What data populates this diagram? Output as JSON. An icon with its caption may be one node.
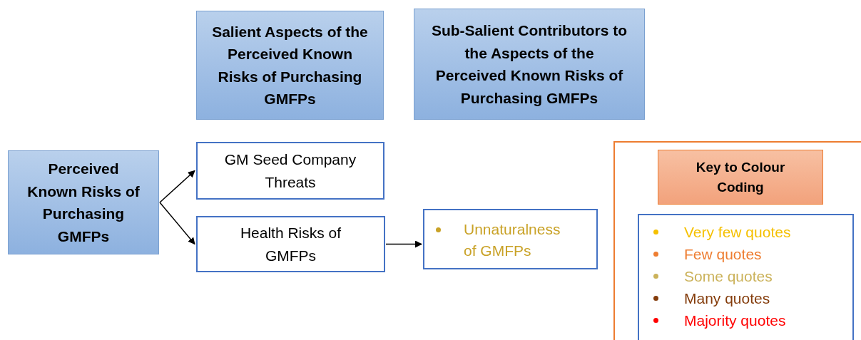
{
  "diagram": {
    "nodes": [
      {
        "text": [
          "Salient Aspects of the Perceived Known Risks of Purchasing GMFPs"
        ]
      },
      {
        "text": [
          "Sub-Salient Contributors to the Aspects of the Perceived Known Risks of Purchasing GMFPs"
        ]
      },
      {
        "text": [
          "Perceived Known Risks of Purchasing GMFPs"
        ]
      },
      {
        "text": [
          "GM Seed Company Threats"
        ]
      },
      {
        "text": [
          "Health Risks of GMFPs"
        ]
      },
      {
        "text": [
          "Unnaturalness of GMFPs"
        ]
      },
      {
        "text": [],
        "shape": "box"
      },
      {
        "text": [
          "Key to Colour Coding"
        ],
        "in": 6
      }
    ],
    "edges": [
      {
        "from": 2,
        "to": 3,
        "arrow": "to"
      },
      {
        "from": 2,
        "to": 4,
        "arrow": "to"
      },
      {
        "from": 4,
        "to": 5,
        "arrow": "to"
      }
    ],
    "legend": [
      {
        "text": "Very few quotes",
        "color": "#f5c000"
      },
      {
        "text": "Few quotes",
        "color": "#ee7d31"
      },
      {
        "text": "Some quotes",
        "color": "#cbb25a"
      },
      {
        "text": "Many quotes",
        "color": "#843c0b"
      },
      {
        "text": "Majority quotes",
        "color": "#ff0000"
      }
    ]
  }
}
